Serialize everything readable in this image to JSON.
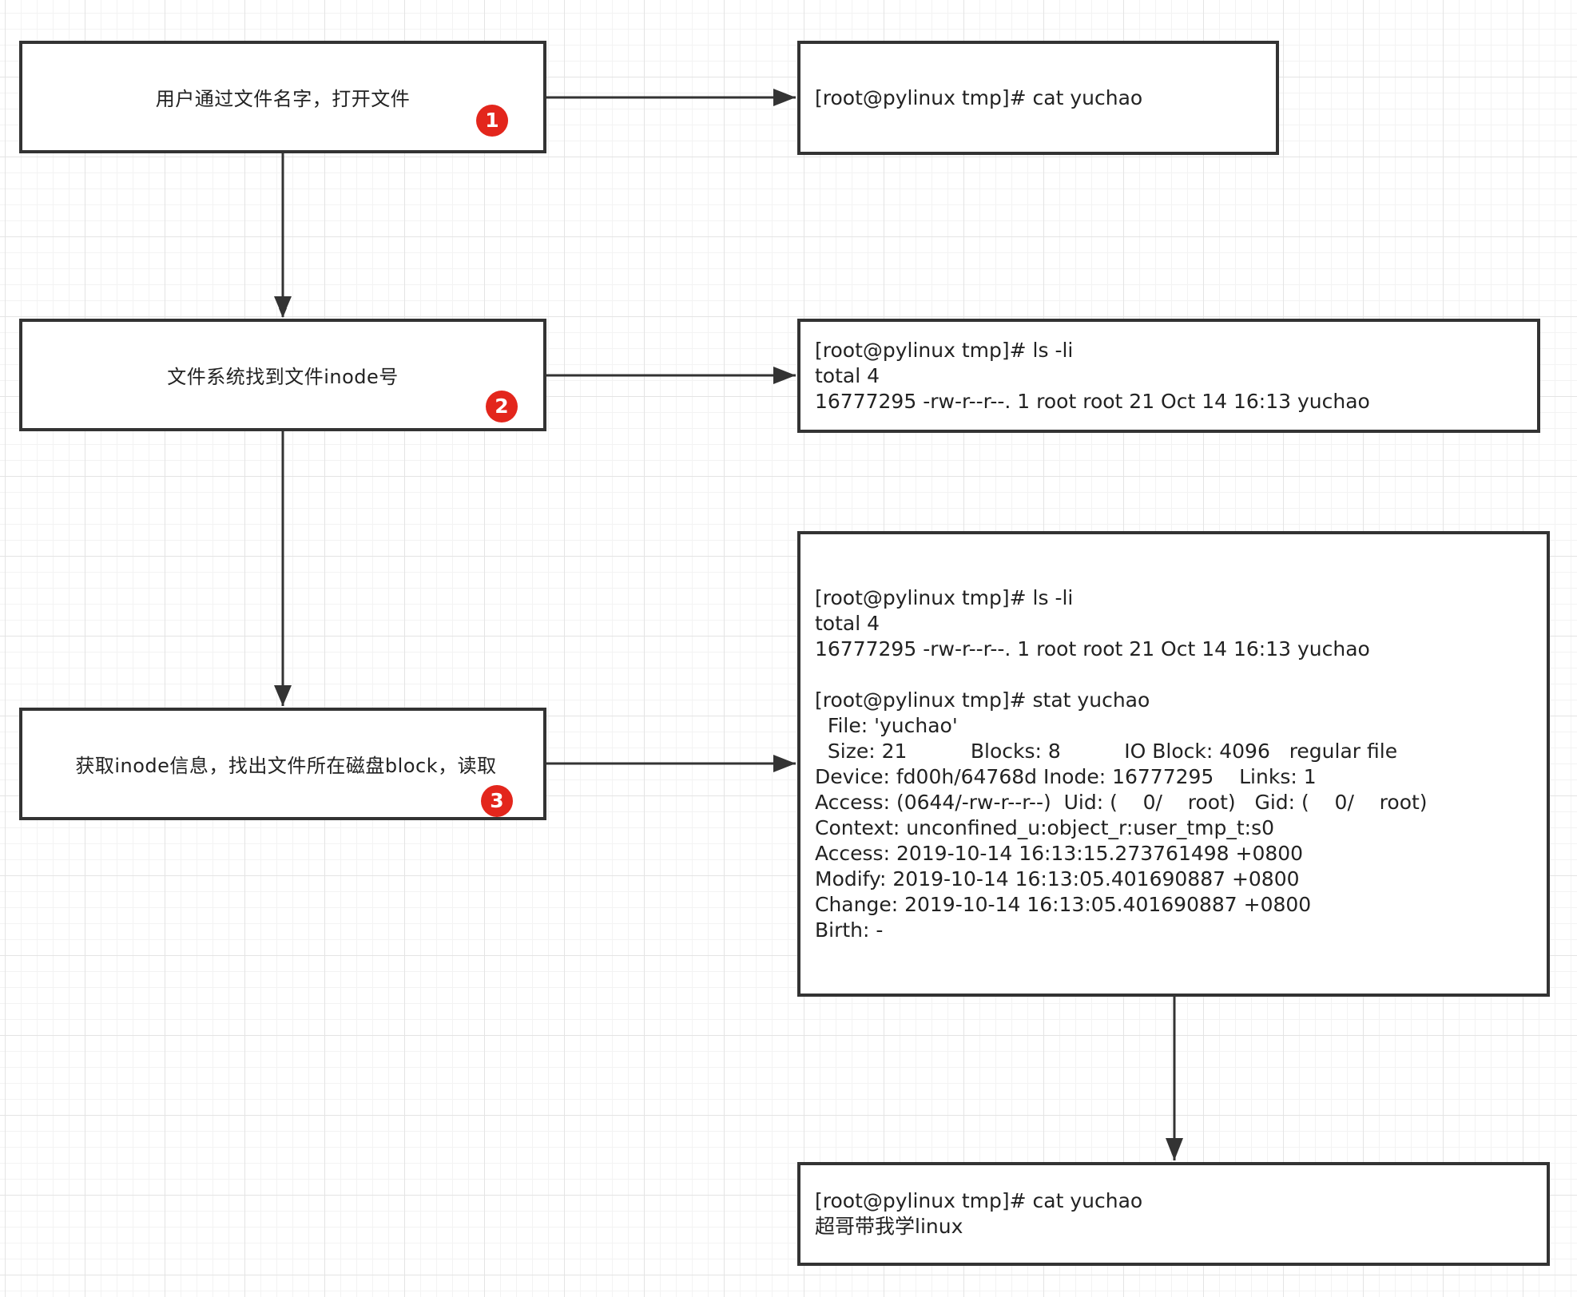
{
  "steps": [
    {
      "label": "用户通过文件名字，打开文件",
      "badge": "1"
    },
    {
      "label": "文件系统找到文件inode号",
      "badge": "2"
    },
    {
      "label": "获取inode信息，找出文件所在磁盘block，读取",
      "badge": "3"
    }
  ],
  "terminals": [
    {
      "text": "[root@pylinux tmp]# cat yuchao"
    },
    {
      "text": "[root@pylinux tmp]# ls -li\ntotal 4\n16777295 -rw-r--r--. 1 root root 21 Oct 14 16:13 yuchao"
    },
    {
      "text": "[root@pylinux tmp]# ls -li\ntotal 4\n16777295 -rw-r--r--. 1 root root 21 Oct 14 16:13 yuchao\n\n[root@pylinux tmp]# stat yuchao\n  File: 'yuchao'\n  Size: 21          Blocks: 8          IO Block: 4096   regular file\nDevice: fd00h/64768d Inode: 16777295    Links: 1\nAccess: (0644/-rw-r--r--)  Uid: (    0/    root)   Gid: (    0/    root)\nContext: unconfined_u:object_r:user_tmp_t:s0\nAccess: 2019-10-14 16:13:15.273761498 +0800\nModify: 2019-10-14 16:13:05.401690887 +0800\nChange: 2019-10-14 16:13:05.401690887 +0800\nBirth: -"
    },
    {
      "text": "[root@pylinux tmp]# cat yuchao\n超哥带我学linux"
    }
  ],
  "colors": {
    "border": "#333333",
    "badge": "#e3261c",
    "grid": "#e4e4e4"
  }
}
